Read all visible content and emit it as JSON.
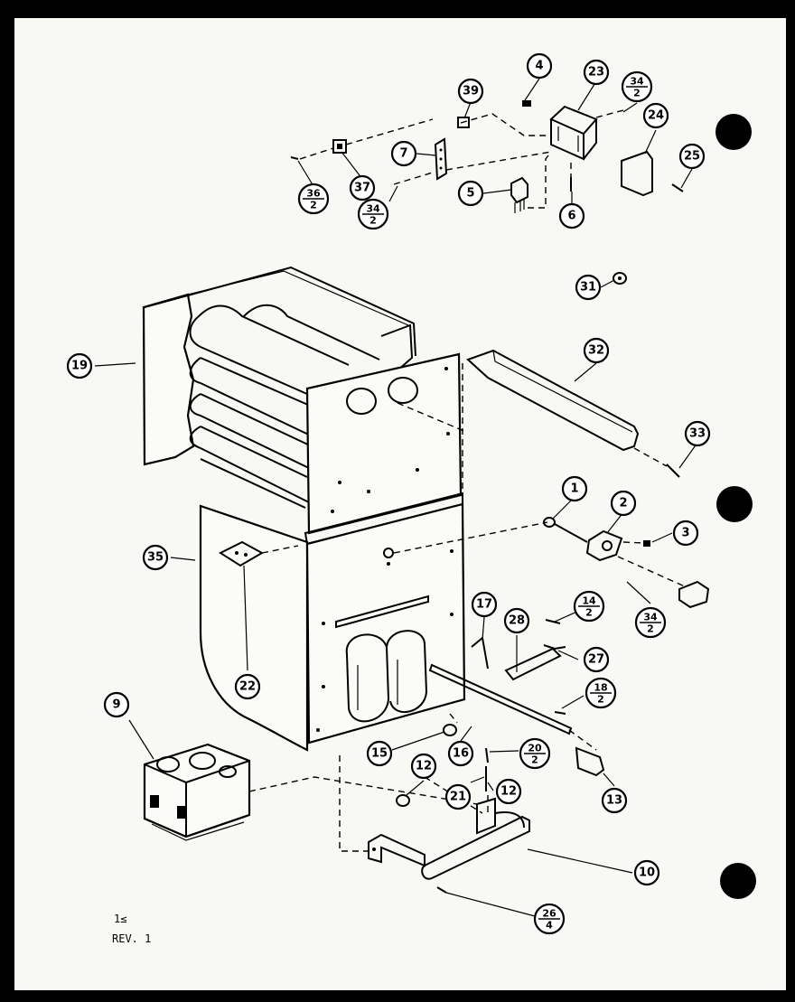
{
  "footer": {
    "page": "1≤",
    "revision": "REV. 1"
  },
  "callouts": [
    {
      "label": "4"
    },
    {
      "label": "23"
    },
    {
      "label": "34",
      "qty": "2"
    },
    {
      "label": "39"
    },
    {
      "label": "24"
    },
    {
      "label": "7"
    },
    {
      "label": "25"
    },
    {
      "label": "36",
      "qty": "2"
    },
    {
      "label": "37"
    },
    {
      "label": "5"
    },
    {
      "label": "6"
    },
    {
      "label": "34",
      "qty": "2"
    },
    {
      "label": "31"
    },
    {
      "label": "19"
    },
    {
      "label": "32"
    },
    {
      "label": "33"
    },
    {
      "label": "1"
    },
    {
      "label": "2"
    },
    {
      "label": "3"
    },
    {
      "label": "35"
    },
    {
      "label": "17"
    },
    {
      "label": "28"
    },
    {
      "label": "14",
      "qty": "2"
    },
    {
      "label": "34",
      "qty": "2"
    },
    {
      "label": "27"
    },
    {
      "label": "22"
    },
    {
      "label": "18",
      "qty": "2"
    },
    {
      "label": "9"
    },
    {
      "label": "15"
    },
    {
      "label": "16"
    },
    {
      "label": "20",
      "qty": "2"
    },
    {
      "label": "12"
    },
    {
      "label": "21"
    },
    {
      "label": "12"
    },
    {
      "label": "13"
    },
    {
      "label": "10"
    },
    {
      "label": "26",
      "qty": "4"
    }
  ]
}
